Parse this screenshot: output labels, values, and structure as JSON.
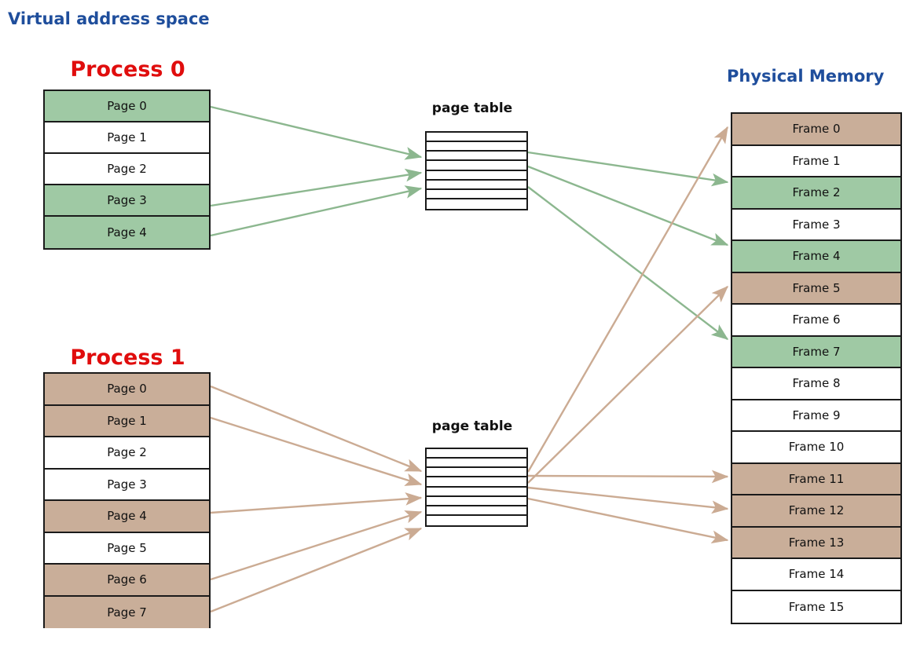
{
  "diagram": {
    "title": "Virtual address space",
    "physical_title": "Physical Memory",
    "colors": {
      "green": "#9fc9a4",
      "tan": "#c9ae99",
      "white": "#ffffff",
      "border": "#1a1a1a",
      "blue_heading": "#1f4e9c",
      "red_heading": "#e00d0d",
      "green_arrow": "#8cb78f",
      "tan_arrow": "#cbab93"
    }
  },
  "processes": [
    {
      "name": "process-0",
      "title": "Process 0",
      "page_table_label": "page table",
      "page_table_rows": 8,
      "pages": [
        {
          "label": "Page 0",
          "mapped": true,
          "fill": "green"
        },
        {
          "label": "Page 1",
          "mapped": false,
          "fill": "white"
        },
        {
          "label": "Page 2",
          "mapped": false,
          "fill": "white"
        },
        {
          "label": "Page 3",
          "mapped": true,
          "fill": "green"
        },
        {
          "label": "Page 4",
          "mapped": true,
          "fill": "green"
        }
      ]
    },
    {
      "name": "process-1",
      "title": "Process 1",
      "page_table_label": "page table",
      "page_table_rows": 8,
      "pages": [
        {
          "label": "Page 0",
          "mapped": true,
          "fill": "tan"
        },
        {
          "label": "Page 1",
          "mapped": true,
          "fill": "tan"
        },
        {
          "label": "Page 2",
          "mapped": false,
          "fill": "white"
        },
        {
          "label": "Page 3",
          "mapped": false,
          "fill": "white"
        },
        {
          "label": "Page 4",
          "mapped": true,
          "fill": "tan"
        },
        {
          "label": "Page 5",
          "mapped": false,
          "fill": "white"
        },
        {
          "label": "Page 6",
          "mapped": true,
          "fill": "tan"
        },
        {
          "label": "Page 7",
          "mapped": true,
          "fill": "tan"
        }
      ]
    }
  ],
  "physical_memory": {
    "frames": [
      {
        "label": "Frame 0",
        "fill": "tan",
        "owner": "process-1"
      },
      {
        "label": "Frame 1",
        "fill": "white",
        "owner": ""
      },
      {
        "label": "Frame 2",
        "fill": "green",
        "owner": "process-0"
      },
      {
        "label": "Frame 3",
        "fill": "white",
        "owner": ""
      },
      {
        "label": "Frame 4",
        "fill": "green",
        "owner": "process-0"
      },
      {
        "label": "Frame 5",
        "fill": "tan",
        "owner": "process-1"
      },
      {
        "label": "Frame 6",
        "fill": "white",
        "owner": ""
      },
      {
        "label": "Frame 7",
        "fill": "green",
        "owner": "process-0"
      },
      {
        "label": "Frame 8",
        "fill": "white",
        "owner": ""
      },
      {
        "label": "Frame 9",
        "fill": "white",
        "owner": ""
      },
      {
        "label": "Frame 10",
        "fill": "white",
        "owner": ""
      },
      {
        "label": "Frame 11",
        "fill": "tan",
        "owner": "process-1"
      },
      {
        "label": "Frame 12",
        "fill": "tan",
        "owner": "process-1"
      },
      {
        "label": "Frame 13",
        "fill": "tan",
        "owner": "process-1"
      },
      {
        "label": "Frame 14",
        "fill": "white",
        "owner": ""
      },
      {
        "label": "Frame 15",
        "fill": "white",
        "owner": ""
      }
    ]
  },
  "mappings": {
    "process_0_page_to_frame": [
      {
        "page": "Page 0",
        "frame": "Frame 2"
      },
      {
        "page": "Page 3",
        "frame": "Frame 4"
      },
      {
        "page": "Page 4",
        "frame": "Frame 7"
      }
    ],
    "process_1_page_to_frame": [
      {
        "page": "Page 0",
        "frame": "Frame 0"
      },
      {
        "page": "Page 1",
        "frame": "Frame 5"
      },
      {
        "page": "Page 4",
        "frame": "Frame 11"
      },
      {
        "page": "Page 6",
        "frame": "Frame 12"
      },
      {
        "page": "Page 7",
        "frame": "Frame 13"
      }
    ]
  }
}
